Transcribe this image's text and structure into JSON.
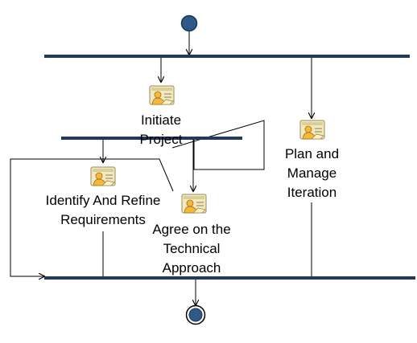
{
  "diagram": {
    "type": "activity",
    "colors": {
      "bar": "#203a5c",
      "node_fill": "#2e5a87",
      "node_stroke": "#1b3656",
      "edge": "#000000",
      "icon_card": "#f3e9bf",
      "icon_person": "#f4b93b"
    },
    "nodes": {
      "initial": {
        "kind": "initial"
      },
      "final": {
        "kind": "final"
      },
      "fork_top": {
        "kind": "fork"
      },
      "fork_mid": {
        "kind": "fork"
      },
      "join_bottom": {
        "kind": "join"
      },
      "initiate_project": {
        "kind": "activity",
        "lines": [
          "Initiate",
          "Project"
        ]
      },
      "plan_manage_iteration": {
        "kind": "activity",
        "lines": [
          "Plan and",
          "Manage",
          "Iteration"
        ]
      },
      "identify_refine_requirements": {
        "kind": "activity",
        "lines": [
          "Identify And Refine",
          "Requirements"
        ]
      },
      "agree_technical_approach": {
        "kind": "activity",
        "lines": [
          "Agree on the",
          "Technical",
          "Approach"
        ]
      }
    },
    "edges": [
      {
        "from": "initial",
        "to": "fork_top"
      },
      {
        "from": "fork_top",
        "to": "initiate_project"
      },
      {
        "from": "fork_top",
        "to": "plan_manage_iteration"
      },
      {
        "from": "initiate_project",
        "to": "fork_mid"
      },
      {
        "from": "fork_mid",
        "to": "identify_refine_requirements"
      },
      {
        "from": "fork_mid",
        "to": "agree_technical_approach"
      },
      {
        "from": "identify_refine_requirements",
        "to": "join_bottom"
      },
      {
        "from": "agree_technical_approach",
        "to": "join_bottom"
      },
      {
        "from": "plan_manage_iteration",
        "to": "join_bottom"
      },
      {
        "from": "agree_technical_approach",
        "to": "fork_mid"
      },
      {
        "from": "identify_refine_requirements",
        "to": "join_bottom"
      },
      {
        "from": "join_bottom",
        "to": "final"
      }
    ]
  }
}
